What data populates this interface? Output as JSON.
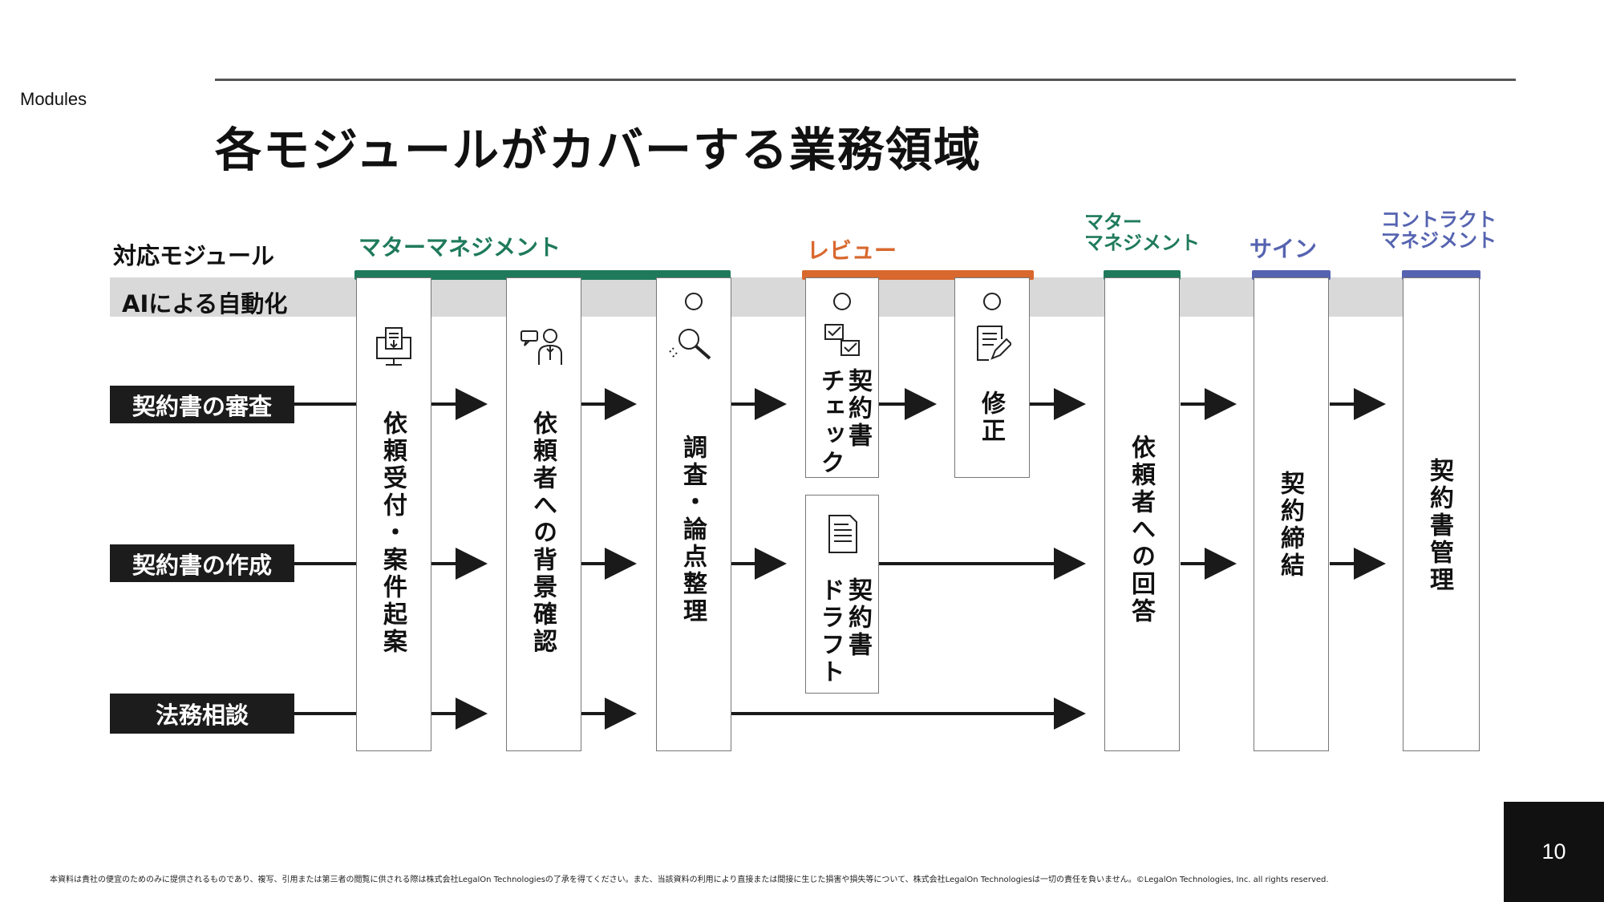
{
  "section_label": "Modules",
  "title": "各モジュールがカバーする業務領域",
  "labels": {
    "modules_header": "対応モジュール",
    "ai_automation": "AIによる自動化"
  },
  "modules": [
    {
      "name": "マターマネジメント",
      "color": "#1f7a5c"
    },
    {
      "name": "レビュー",
      "color": "#d8682e"
    },
    {
      "name": "マター\nマネジメント",
      "color": "#1f7a5c"
    },
    {
      "name": "サイン",
      "color": "#5563b0"
    },
    {
      "name": "コントラクト\nマネジメント",
      "color": "#5563b0"
    }
  ],
  "rows": [
    {
      "label": "契約書の審査"
    },
    {
      "label": "契約書の作成"
    },
    {
      "label": "法務相談"
    }
  ],
  "steps": {
    "intake": "依頼受付・案件起案",
    "background": "依頼者への背景確認",
    "research": "調査・論点整理",
    "check": "契約書\nチェック",
    "revise": "修正",
    "draft": "契約書\nドラフト",
    "reply": "依頼者への回答",
    "sign": "契約締結",
    "manage": "契約書管理"
  },
  "ai_marker": "○",
  "page_number": "10",
  "footer": "本資料は貴社の便宜のためのみに提供されるものであり、複写、引用または第三者の閲覧に供される際は株式会社LegalOn Technologiesの了承を得てください。また、当該資料の利用により直接または間接に生じた損害や損失等について、株式会社LegalOn Technologiesは一切の責任を負いません。©LegalOn Technologies, Inc. all rights reserved."
}
